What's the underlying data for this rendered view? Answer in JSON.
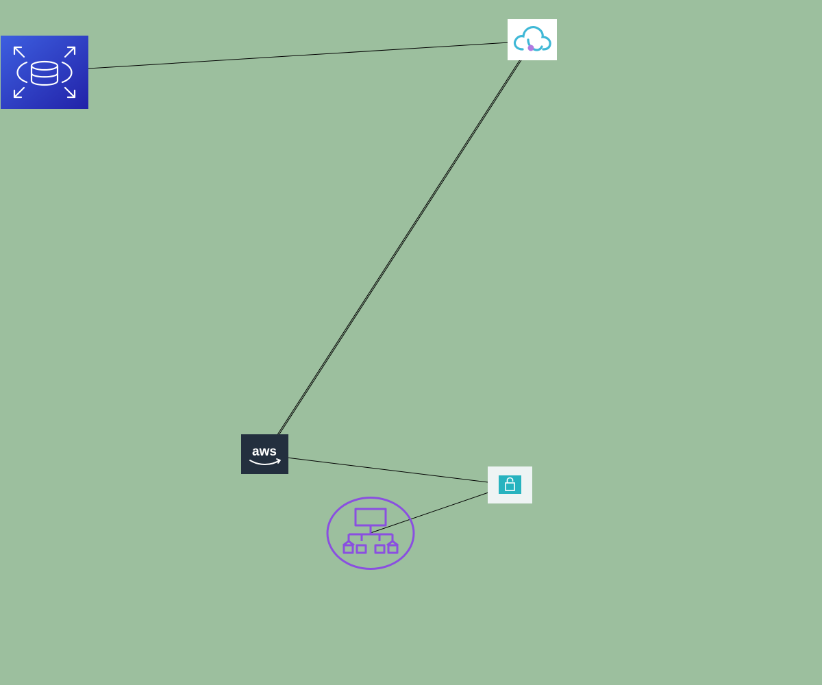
{
  "diagram": {
    "background": "#9cbf9e",
    "nodes": [
      {
        "id": "rds",
        "icon": "database-scaling-icon",
        "colors": {
          "top": "#3d5fe0",
          "bottom": "#2222a8",
          "glyph": "#ffffff"
        }
      },
      {
        "id": "cloud",
        "icon": "cloud-icon",
        "colors": {
          "bg": "#ffffff",
          "stroke": "#3fb8d6",
          "dot": "#b07ae0"
        }
      },
      {
        "id": "aws",
        "icon": "aws-logo-icon",
        "label": "aws",
        "colors": {
          "bg": "#232f3e",
          "text": "#ffffff"
        }
      },
      {
        "id": "lock",
        "icon": "padlock-icon",
        "colors": {
          "bg": "#eef4f4",
          "tile": "#27b3bf"
        }
      },
      {
        "id": "org",
        "icon": "hierarchy-icon",
        "colors": {
          "stroke": "#8a4fe0"
        }
      }
    ],
    "edges": [
      {
        "from": "cloud",
        "to": "rds"
      },
      {
        "from": "aws",
        "to": "cloud"
      },
      {
        "from": "cloud",
        "to": "aws"
      },
      {
        "from": "aws",
        "to": "lock"
      },
      {
        "from": "org",
        "to": "lock"
      }
    ],
    "edge_color": "#000000"
  }
}
